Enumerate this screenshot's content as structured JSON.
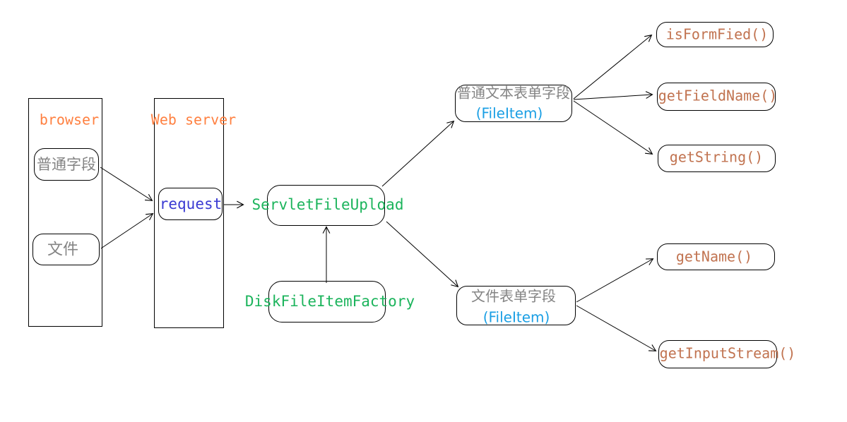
{
  "diagram": {
    "type": "flow-diagram",
    "topic": "Servlet file upload processing (Apache Commons FileUpload)",
    "background": "#ffffff",
    "colors": {
      "container_label": "#ff8040",
      "cjk_text": "#848484",
      "request_text": "#3a3ad2",
      "class_text": "#1cb45c",
      "fileitem_text": "#1b9fe4",
      "method_text": "#c17350",
      "line": "#000000"
    },
    "nodes": {
      "browser": {
        "label": "browser"
      },
      "web_server": {
        "label": "Web server"
      },
      "normal_field": {
        "label": "普通字段"
      },
      "file": {
        "label": "文件"
      },
      "request": {
        "label": "request"
      },
      "servlet_file_upload": {
        "label": "ServletFileUpload"
      },
      "disk_file_item_factory": {
        "label": "DiskFileItemFactory"
      },
      "text_form_field": {
        "label": "普通文本表单字段",
        "sublabel": "(FileItem)"
      },
      "file_form_field": {
        "label": "文件表单字段",
        "sublabel": "(FileItem)"
      },
      "text_field_methods": [
        {
          "label": "isFormFied()"
        },
        {
          "label": "getFieldName()"
        },
        {
          "label": "getString()"
        }
      ],
      "file_field_methods": [
        {
          "label": "getName()"
        },
        {
          "label": "getInputStream()"
        }
      ]
    },
    "edges": [
      "normal_field -> request",
      "file -> request",
      "request -> servlet_file_upload",
      "disk_file_item_factory -> servlet_file_upload",
      "servlet_file_upload -> text_form_field",
      "servlet_file_upload -> file_form_field",
      "text_form_field -> isFormFied()",
      "text_form_field -> getFieldName()",
      "text_form_field -> getString()",
      "file_form_field -> getName()",
      "file_form_field -> getInputStream()"
    ]
  }
}
